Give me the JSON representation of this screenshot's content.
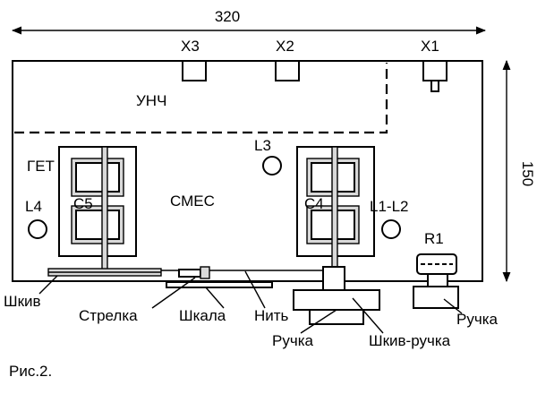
{
  "dimensions": {
    "width": "320",
    "height": "150"
  },
  "connectors": [
    "X3",
    "X2",
    "X1"
  ],
  "blocks": {
    "amplifier": "УНЧ",
    "oscillator": "ГЕТ",
    "mixer": "СМЕС"
  },
  "coils": [
    "L3",
    "L4",
    "L1-L2"
  ],
  "capacitors": [
    "C5",
    "C4"
  ],
  "resistor": "R1",
  "callouts": {
    "pulley": "Шкив",
    "pointer": "Стрелка",
    "scale": "Шкала",
    "thread": "Нить",
    "knob_left": "Ручка",
    "pulley_knob": "Шкив-ручка",
    "knob_right": "Ручка"
  },
  "caption": "Рис.2."
}
